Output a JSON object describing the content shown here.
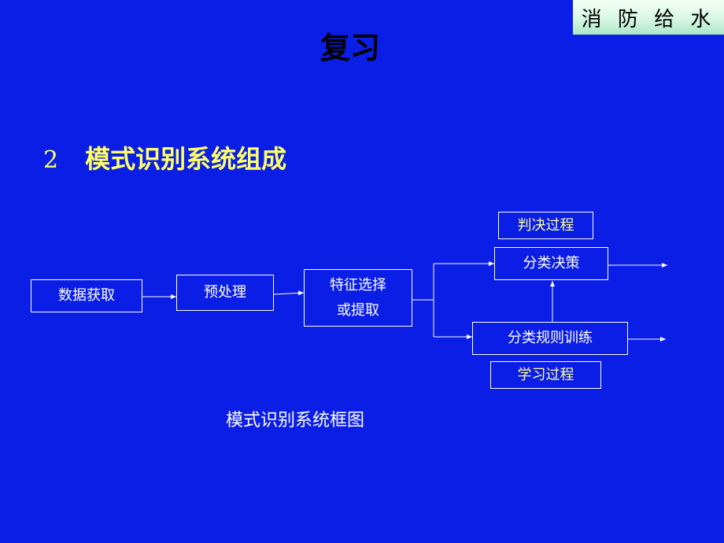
{
  "badge": {
    "text": "消 防 给 水"
  },
  "title": "复习",
  "section": {
    "number": "2",
    "heading": "模式识别系统组成"
  },
  "diagram": {
    "boxes": {
      "data_acquisition": "数据获取",
      "preprocess": "预处理",
      "feature_line1": "特征选择",
      "feature_line2": "或提取",
      "decision_process": "判决过程",
      "classification_decision": "分类决策",
      "rule_training": "分类规则训练",
      "learning_process": "学习过程"
    },
    "caption": "模式识别系统框图"
  },
  "colors": {
    "background": "#0a1ee6",
    "heading": "#ffff66",
    "box_border": "#ffffff"
  }
}
